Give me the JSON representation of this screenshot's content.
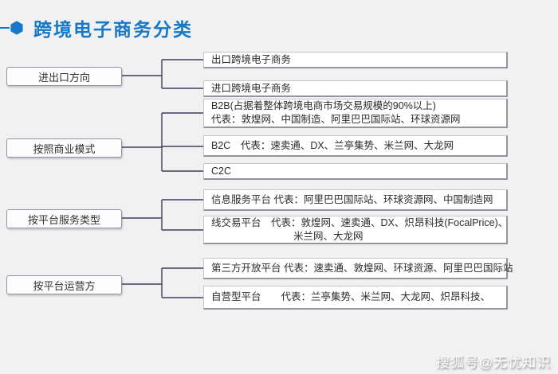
{
  "title": {
    "text": "跨境电子商务分类"
  },
  "watermark": {
    "text": "搜狐号@无忧知识"
  },
  "colors": {
    "accent_blue": "#1777c8",
    "line_color": "#3e3e5c",
    "background": "#f1f1f2",
    "box_fill": "#ffffff"
  },
  "icons": {
    "hexagon": "hexagon-bullet"
  },
  "tree": {
    "branches": [
      {
        "category": "进出口方向",
        "items": [
          {
            "lines": [
              "出口跨境电子商务"
            ]
          },
          {
            "lines": [
              "进口跨境电子商务"
            ]
          }
        ]
      },
      {
        "category": "按照商业模式",
        "items": [
          {
            "lines": [
              "B2B(占据着整体跨境电商市场交易规模的90%以上)",
              "代表：敦煌网、中国制造、阿里巴巴国际站、环球资源网"
            ]
          },
          {
            "lines": [
              "B2C　代表：速卖通、DX、兰亭集势、米兰网、大龙网"
            ]
          },
          {
            "lines": [
              "C2C"
            ]
          }
        ]
      },
      {
        "category": "按平台服务类型",
        "items": [
          {
            "lines": [
              "信息服务平台 代表：阿里巴巴国际站、环球资源网、中国制造网"
            ]
          },
          {
            "lines": [
              "线交易平台　代表：敦煌网、速卖通、DX、炽昂科技(FocalPrice)、",
              "米兰网、大龙网"
            ]
          }
        ]
      },
      {
        "category": "按平台运营方",
        "items": [
          {
            "lines": [
              "第三方开放平台 代表：速卖通、敦煌网、环球资源、阿里巴巴国际站"
            ]
          },
          {
            "lines": [
              "自营型平台　　代表：兰亭集势、米兰网、大龙网、炽昂科技、"
            ]
          }
        ]
      }
    ]
  }
}
